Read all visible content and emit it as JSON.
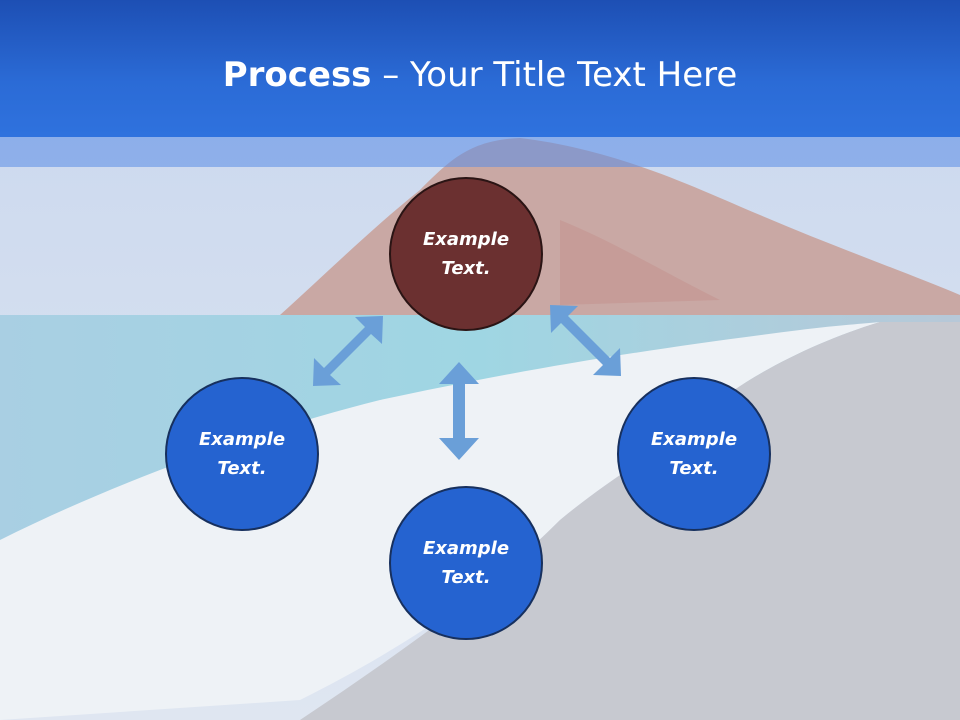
{
  "slide": {
    "title_bold": "Process",
    "title_rest": " – Your Title Text Here"
  },
  "nodes": {
    "top": "Example\nText.",
    "left": "Example\nText.",
    "right": "Example\nText.",
    "bottom": "Example\nText."
  },
  "colors": {
    "header": "#2563d0",
    "node_blue": "#2563d0",
    "node_top": "#6b3030",
    "arrow": "#6a9fd8"
  }
}
